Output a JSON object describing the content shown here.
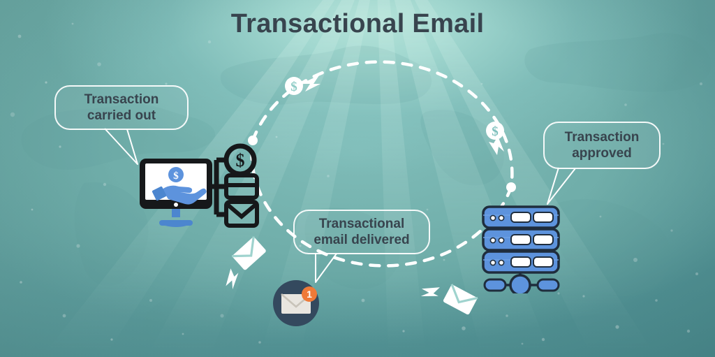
{
  "page": {
    "title": "Transactional Email",
    "domain_kind": "infographic-diagram"
  },
  "theme": {
    "background_teal_light": "#a8dcd4",
    "background_teal_mid": "#6aa9a6",
    "background_teal_dark": "#4f9093",
    "title_color": "#38444e",
    "callout_border": "#ffffff",
    "icon_blue": "#5d93dd",
    "icon_blue_light": "#7fb0e8",
    "icon_outline_navy": "#1f2d3d",
    "icon_outline_black": "#16181a",
    "badge_orange": "#ef7a38",
    "dashed_path": "#ffffff",
    "envelope_paper": "#e9e6e0",
    "mail_circle": "#34495e"
  },
  "callouts": [
    {
      "id": "left",
      "line1": "Transaction",
      "line2": "carried out"
    },
    {
      "id": "right",
      "line1": "Transaction",
      "line2": "approved"
    },
    {
      "id": "center",
      "line1": "Transactional",
      "line2": "email delivered"
    }
  ],
  "nodes": [
    {
      "id": "customer",
      "name": "monitor-transaction",
      "icons": [
        "monitor-icon",
        "hand-holding-money-icon",
        "dollar-circle-icon",
        "credit-card-icon",
        "envelope-icon"
      ]
    },
    {
      "id": "servers",
      "name": "server-stack",
      "racks": 3,
      "icons": [
        "server-rack-icon",
        "network-node-icon"
      ]
    },
    {
      "id": "inbox",
      "name": "email-received",
      "badge_count": "1",
      "icons": [
        "envelope-icon",
        "notification-badge"
      ]
    }
  ],
  "flow": {
    "description": "dashed circular path connecting the three nodes",
    "markers": [
      {
        "id": "money-top",
        "icon": "dollar-coin-arrow-icon",
        "direction": "right"
      },
      {
        "id": "money-right",
        "icon": "dollar-coin-arrow-icon",
        "direction": "down"
      },
      {
        "id": "mail-bottom",
        "icon": "envelope-arrow-icon",
        "direction": "down-left"
      },
      {
        "id": "mail-left",
        "icon": "envelope-arrow-icon",
        "direction": "up-left"
      }
    ]
  }
}
